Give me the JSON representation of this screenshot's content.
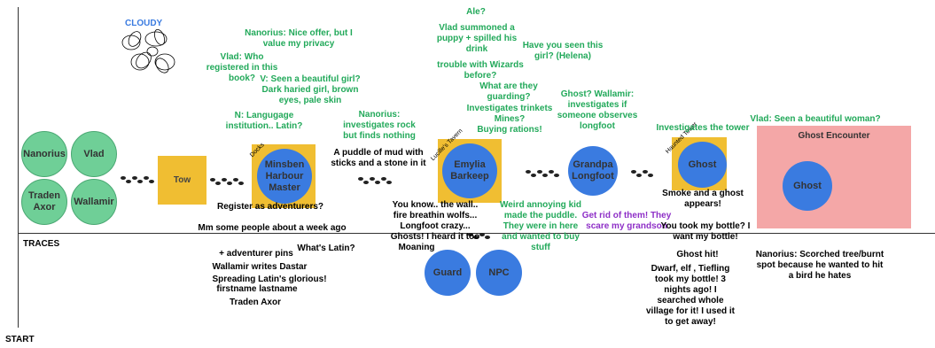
{
  "labels": {
    "traces": "TRACES",
    "start": "START"
  },
  "weather": "CLOUDY",
  "party": [
    "Nanorius",
    "Vlad",
    "Traden Axor",
    "Wallamir"
  ],
  "locations": {
    "tow": "Tow",
    "minsben": "Minsben Harbour Master",
    "docks": "Docks",
    "emylia": "Emylia Barkeep",
    "lucilles": "Lucille's Tavern",
    "grandpa": "Grandpa Longfoot",
    "ghost": "Ghost",
    "haunted": "Haunted Tower",
    "ghost_encounter_title": "Ghost Encounter",
    "ghost_encounter": "Ghost",
    "guard": "Guard",
    "npc": "NPC"
  },
  "notes_green": {
    "nanorius_offer": "Nanorius: Nice offer, but I value my privacy",
    "vlad_who": "Vlad: Who registered in this book?",
    "v_seen": "V: Seen a beautiful girl? Dark haried girl, brown eyes, pale skin",
    "n_language": "N: Langugage institution.. Latin?",
    "nanorius_rock": "Nanorius: investigates rock but finds nothing",
    "ale": "Ale?",
    "vlad_puppy": "Vlad summoned a puppy + spilled his drink",
    "helena": "Have you seen this girl? (Helena)",
    "wizards": "trouble with Wizards before?",
    "guarding": "What are they guarding?",
    "trinkets": "Investigates trinkets",
    "mines": "Mines?",
    "buying": "Buying rations!",
    "ghost_q": "Ghost? Wallamir: investigates if someone observes longfoot",
    "investigates_tower": "Investigates the tower",
    "vlad_woman": "Vlad: Seen a beautiful woman?",
    "weird_kid": "Weird annoying kid made the puddle. They were in here and wanted to buy stuff"
  },
  "notes_black": {
    "register": "Register as adventurers?",
    "mm_people": "Mm some people about a week ago",
    "puddle": "A puddle of mud with sticks and a stone in it",
    "you_know": "You know.. the wall.. fire breathin wolfs... Longfoot crazy...",
    "ghosts_heard": "Ghosts! I heard it too",
    "moaning": "Moaning",
    "smoke": "Smoke and a ghost appears!",
    "bottle": "You took my bottle? I want my bottle!",
    "ghost_hit": "Ghost hit!",
    "dwarf": "Dwarf, elf , Tiefling took my bottle! 3 nights ago! I searched whole village for it! I used it to get away!",
    "scorched": "Nanorius: Scorched tree/burnt spot because he wanted to hit a bird he hates",
    "whats_latin": "What's Latin?",
    "pins": "+ adventurer pins",
    "dastar": "Wallamir writes Dastar",
    "spreading": "Spreading Latin's glorious!",
    "firstname": "firstname lastname",
    "traden": "Traden Axor"
  },
  "notes_purple": {
    "get_rid": "Get rid of them! They scare my grandson"
  },
  "colors": {
    "green": "#22a95a",
    "blue": "#3a7be0",
    "yellow": "#f0be32",
    "pink": "#f4a7a7",
    "purple": "#8e2fc7",
    "party": "#6fcf97"
  },
  "icons": [
    "footprints-icon",
    "cloud-doodle-icon"
  ]
}
